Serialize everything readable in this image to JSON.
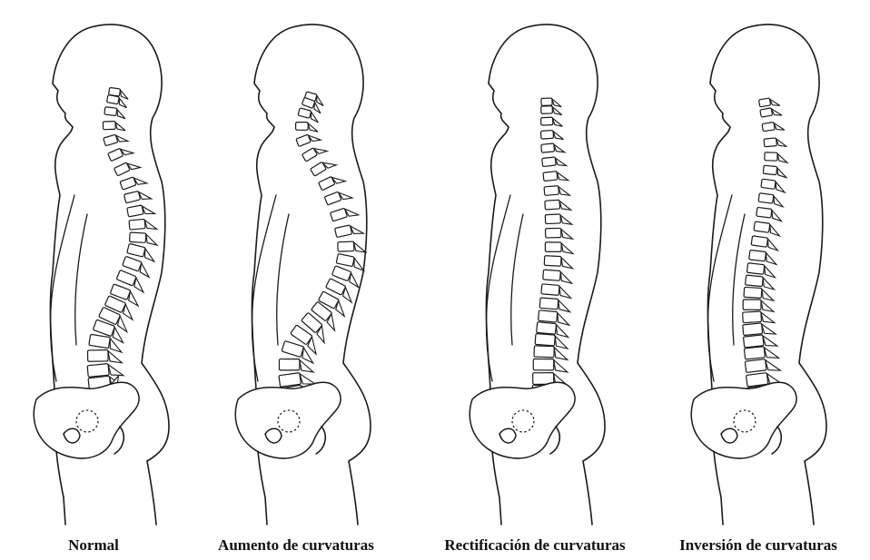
{
  "figure": {
    "panels": [
      {
        "id": "normal",
        "caption": "Normal"
      },
      {
        "id": "aumento",
        "caption": "Aumento de curvaturas"
      },
      {
        "id": "rectificacion",
        "caption": "Rectificación de curvaturas"
      },
      {
        "id": "inversion",
        "caption": "Inversión de curvaturas"
      }
    ],
    "colors": {
      "line": "#1a1a1a",
      "background": "#ffffff"
    }
  }
}
